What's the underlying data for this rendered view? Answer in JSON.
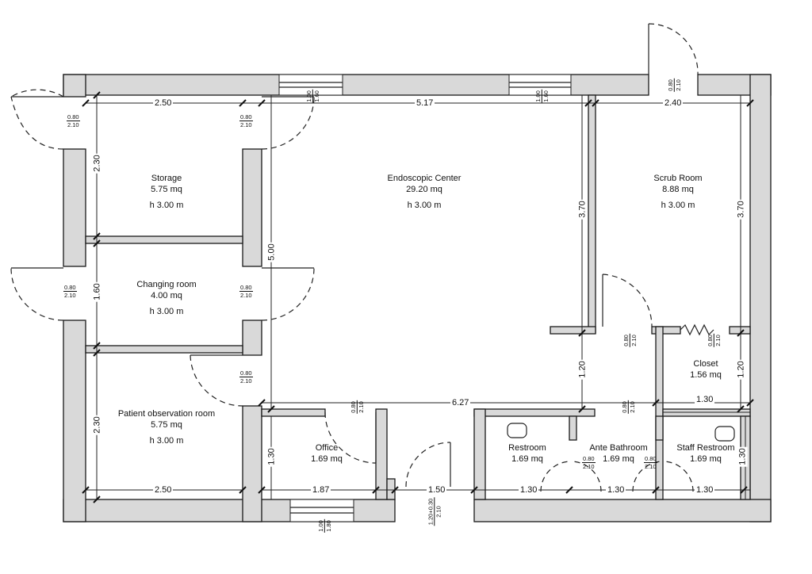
{
  "rooms": {
    "storage": {
      "name": "Storage",
      "area": "5.75 mq",
      "height": "h 3.00 m"
    },
    "endoscopic": {
      "name": "Endoscopic Center",
      "area": "29.20 mq",
      "height": "h 3.00 m"
    },
    "scrub": {
      "name": "Scrub Room",
      "area": "8.88 mq",
      "height": "h 3.00 m"
    },
    "changing": {
      "name": "Changing room",
      "area": "4.00 mq",
      "height": "h 3.00 m"
    },
    "observation": {
      "name": "Patient observation room",
      "area": "5.75 mq",
      "height": "h 3.00 m"
    },
    "office": {
      "name": "Office",
      "area": "1.69 mq"
    },
    "closet": {
      "name": "Closet",
      "area": "1.56 mq"
    },
    "restroom": {
      "name": "Restroom",
      "area": "1.69 mq"
    },
    "ante_bathroom": {
      "name": "Ante Bathroom",
      "area": "1.69 mq"
    },
    "staff_restroom": {
      "name": "Staff Restroom",
      "area": "1.69 mq"
    }
  },
  "dimensions": {
    "storage_width": "2.50",
    "endoscopic_width": "5.17",
    "scrub_width": "2.40",
    "storage_depth": "2.30",
    "changing_depth": "1.60",
    "observation_depth": "2.30",
    "endoscopic_depth": "5.00",
    "scrub_depth_left": "3.70",
    "scrub_depth_right": "3.70",
    "corridor_left": "1.20",
    "corridor_right": "1.20",
    "corridor_width": "6.27",
    "closet_width": "1.30",
    "office_depth": "1.30",
    "staff_depth": "1.30",
    "observation_width": "2.50",
    "office_width": "1.87",
    "entrance_width": "1.50",
    "restroom_width": "1.30",
    "ante_width": "1.30",
    "staff_width": "1.30"
  },
  "openings": {
    "door_080_210": {
      "top": "0.80",
      "bottom": "2.10"
    },
    "window_100_160": {
      "top": "1.00",
      "bottom": "1.60"
    },
    "window_100_180": {
      "top": "1.00",
      "bottom": "1.80"
    },
    "entrance_door": {
      "top": "1.20+0.30",
      "bottom": "2.10"
    }
  }
}
